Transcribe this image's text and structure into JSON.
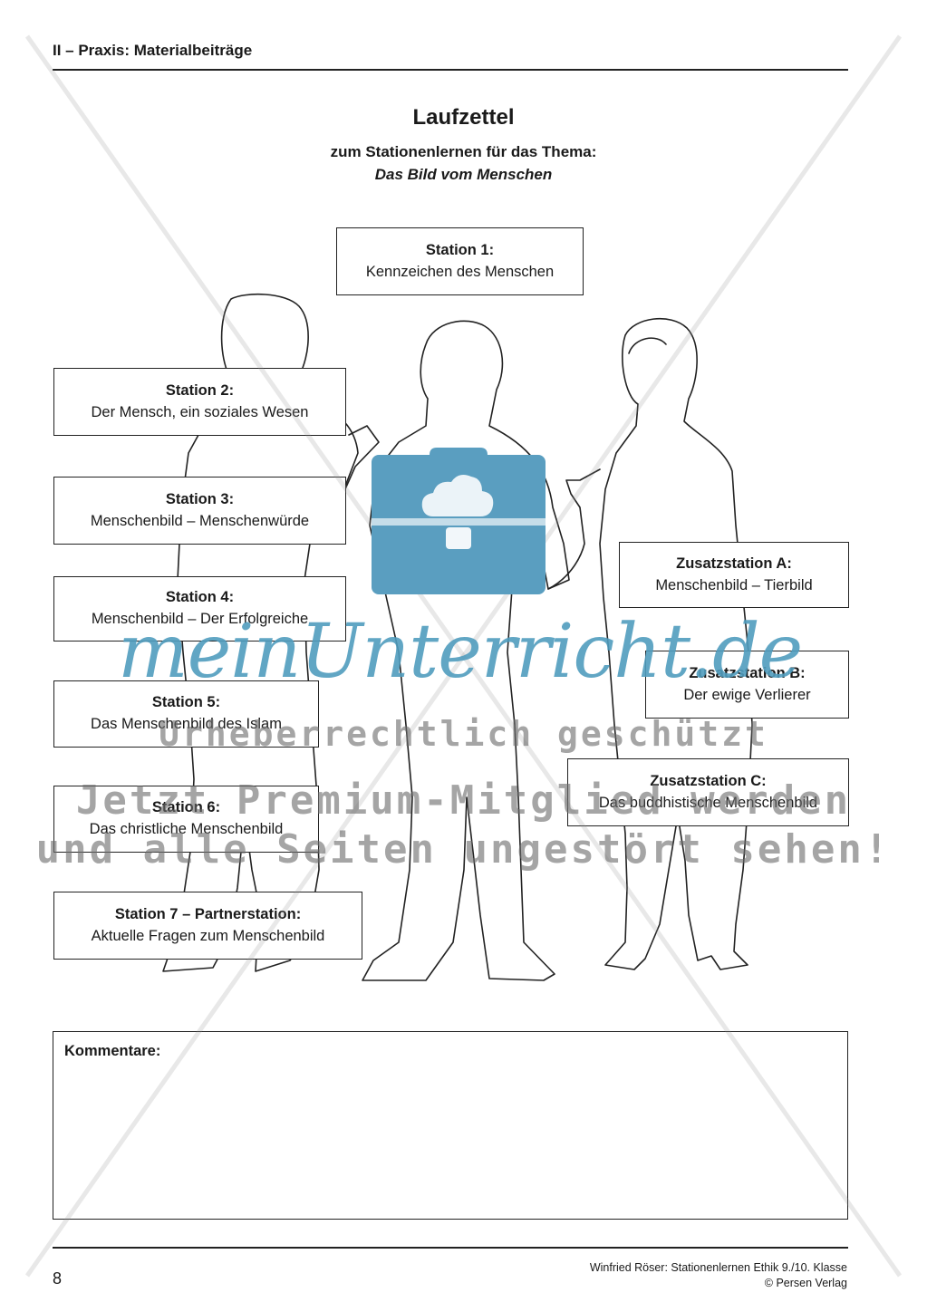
{
  "header": {
    "section": "II – Praxis: Materialbeiträge"
  },
  "title": "Laufzettel",
  "subtitle": "zum Stationenlernen für das Thema:",
  "topic": "Das Bild vom Menschen",
  "stations": [
    {
      "title": "Station 1:",
      "text": "Kennzeichen des Menschen"
    },
    {
      "title": "Station 2:",
      "text": "Der Mensch, ein soziales Wesen"
    },
    {
      "title": "Station 3:",
      "text": "Menschenbild – Menschenwürde"
    },
    {
      "title": "Station 4:",
      "text": "Menschenbild – Der Erfolgreiche"
    },
    {
      "title": "Station 5:",
      "text": "Das Menschenbild des Islam"
    },
    {
      "title": "Station 6:",
      "text": "Das christliche Menschenbild"
    },
    {
      "title": "Station 7 – Partnerstation:",
      "text": "Aktuelle Fragen zum Menschenbild"
    }
  ],
  "extra_stations": [
    {
      "title": "Zusatzstation A:",
      "text": "Menschenbild – Tierbild"
    },
    {
      "title": "Zusatzstation B:",
      "text": "Der ewige Verlierer"
    },
    {
      "title": "Zusatzstation C:",
      "text": "Das buddhistische Menschenbild"
    }
  ],
  "comments": {
    "label": "Kommentare:"
  },
  "footer": {
    "page_number": "8",
    "book": "Winfried Röser: Stationenlernen Ethik 9./10. Klasse",
    "publisher": "© Persen Verlag"
  },
  "watermark": {
    "brand": "meinUnterricht.de",
    "line1": "Urheberrechtlich geschützt",
    "line2": "Jetzt Premium-Mitglied werden",
    "line3": "und alle Seiten ungestört sehen!"
  },
  "colors": {
    "logo": "#5a9ec0",
    "text": "#1a1a1a",
    "watermark_text": "#6e6e6e"
  }
}
